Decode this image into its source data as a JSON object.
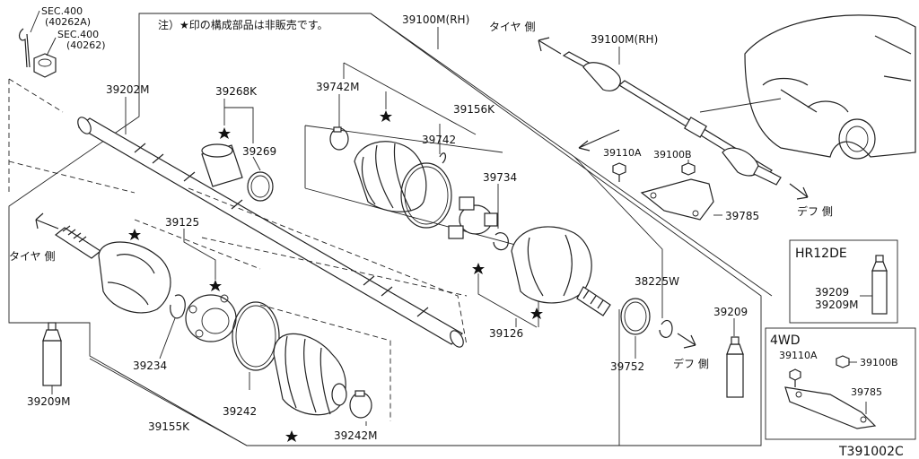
{
  "note": "注）★印の構成部品は非販売です。",
  "diagram_code": "T391002C",
  "sections": {
    "hr12de": "HR12DE",
    "fwd": "4WD"
  },
  "directions": {
    "tire_left": "タイヤ 側",
    "tire_top": "タイヤ 側",
    "diff_right": "デフ 側",
    "diff_bottom": "デフ 側"
  },
  "labels": {
    "sec400a_line1": "SEC.400",
    "sec400a_line2": "(40262A)",
    "sec400_line1": "SEC.400",
    "sec400_line2": "(40262)",
    "p39202M": "39202M",
    "p39268K": "39268K",
    "p39269": "39269",
    "p39125": "39125",
    "p39234": "39234",
    "p39209M_left": "39209M",
    "p39155K": "39155K",
    "p39242": "39242",
    "p39242M": "39242M",
    "p39742M": "39742M",
    "p39742": "39742",
    "p39156K": "39156K",
    "p39734": "39734",
    "p39126": "39126",
    "p39100M_main": "39100M(RH)",
    "p39100M_inset": "39100M(RH)",
    "p39110A": "39110A",
    "p39100B": "39100B",
    "p39785": "39785",
    "p38225W": "38225W",
    "p39752": "39752",
    "p39209_right": "39209",
    "p39209_hr": "39209",
    "p39209M_hr": "39209M",
    "p39110A_4wd": "39110A",
    "p39100B_4wd": "39100B",
    "p39785_4wd": "39785"
  }
}
